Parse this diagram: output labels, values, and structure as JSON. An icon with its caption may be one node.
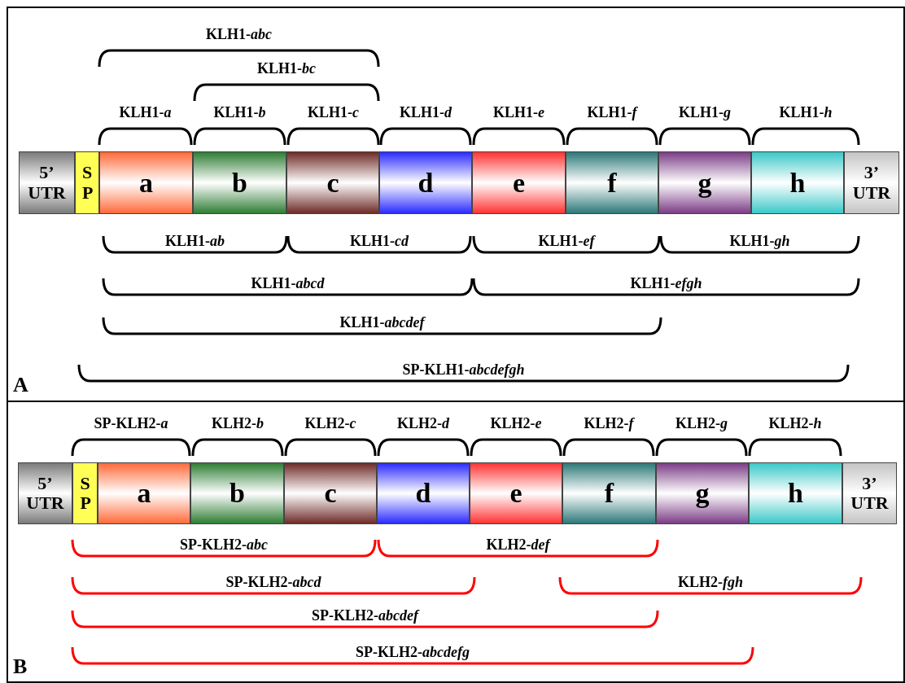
{
  "diagram": {
    "nodes": [
      {
        "text": [
          "A"
        ]
      },
      {
        "text": [
          "5’ UTR"
        ],
        "in": 0
      },
      {
        "text": [
          "S P"
        ],
        "in": 0
      },
      {
        "text": [
          "a"
        ],
        "in": 0
      },
      {
        "text": [
          "b"
        ],
        "in": 0
      },
      {
        "text": [
          "c"
        ],
        "in": 0
      },
      {
        "text": [
          "d"
        ],
        "in": 0
      },
      {
        "text": [
          "e"
        ],
        "in": 0
      },
      {
        "text": [
          "f"
        ],
        "in": 0
      },
      {
        "text": [
          "g"
        ],
        "in": 0
      },
      {
        "text": [
          "h"
        ],
        "in": 0
      },
      {
        "text": [
          "3’ UTR"
        ],
        "in": 0
      },
      {
        "text": [
          "B"
        ]
      },
      {
        "text": [
          "5’ UTR"
        ],
        "in": 12
      },
      {
        "text": [
          "S P"
        ],
        "in": 12
      },
      {
        "text": [
          "a"
        ],
        "in": 12
      },
      {
        "text": [
          "b"
        ],
        "in": 12
      },
      {
        "text": [
          "c"
        ],
        "in": 12
      },
      {
        "text": [
          "d"
        ],
        "in": 12
      },
      {
        "text": [
          "e"
        ],
        "in": 12
      },
      {
        "text": [
          "f"
        ],
        "in": 12
      },
      {
        "text": [
          "g"
        ],
        "in": 12
      },
      {
        "text": [
          "h"
        ],
        "in": 12
      },
      {
        "text": [
          "3’ UTR"
        ],
        "in": 12
      }
    ],
    "labels": [
      "KLH1-*abc*",
      "KLH1-*bc*",
      "KLH1-*a*",
      "KLH1-*b*",
      "KLH1-*c*",
      "KLH1-*d*",
      "KLH1-*e*",
      "KLH1-*f*",
      "KLH1-*g*",
      "KLH1-*h*",
      "KLH1-*ab*",
      "KLH1-*cd*",
      "KLH1-*ef*",
      "KLH1-*gh*",
      "KLH1-*abcd*",
      "KLH1-*efgh*",
      "KLH1-*abcdef*",
      "SP-KLH1-*abcdefgh*",
      "SP-KLH2-*a*",
      "KLH2-*b*",
      "KLH2-*c*",
      "KLH2-*d*",
      "KLH2-*e*",
      "KLH2-*f*",
      "KLH2-*g*",
      "KLH2-*h*",
      "SP-KLH2-*abc*",
      "KLH2-*def*",
      "SP-KLH2-*abcd*",
      "KLH2-*fgh*",
      "SP-KLH2-*abcdef*",
      "SP-KLH2-*abcdefg*"
    ]
  }
}
